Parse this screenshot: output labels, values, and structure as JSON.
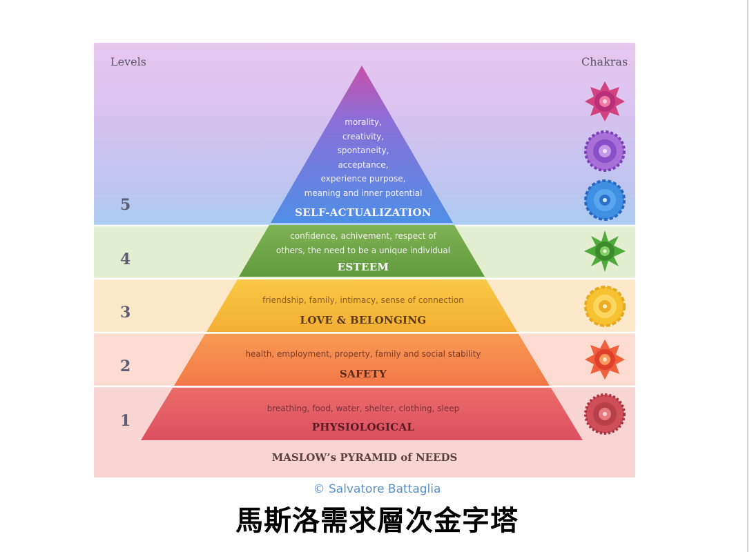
{
  "panel": {
    "levels_heading": "Levels",
    "chakras_heading": "Chakras",
    "caption": "MASLOW’s PYRAMID of NEEDS"
  },
  "tiers": [
    {
      "level": "5",
      "name": "SELF-ACTUALIZATION",
      "desc_lines": [
        "morality,",
        "creativity,",
        "spontaneity,",
        "acceptance,",
        "experience purpose,",
        "meaning and inner potential"
      ],
      "color": "#6a7fe0",
      "name_color": "#f6f2ff",
      "chakras": [
        {
          "icon": "crown-chakra-icon",
          "color": "#d0407a"
        },
        {
          "icon": "third-eye-chakra-icon",
          "color": "#9b5fd0"
        },
        {
          "icon": "throat-chakra-icon",
          "color": "#3d8ee0"
        }
      ]
    },
    {
      "level": "4",
      "name": "ESTEEM",
      "desc_lines": [
        "confidence, achivement, respect of",
        "others, the need to be a unique individual"
      ],
      "color": "#6fa346",
      "name_color": "#ffffff",
      "chakras": [
        {
          "icon": "heart-chakra-icon",
          "color": "#4ea83a"
        }
      ]
    },
    {
      "level": "3",
      "name": "LOVE & BELONGING",
      "desc_lines": [
        "friendship, family, intimacy, sense of connection"
      ],
      "color": "#f6bf3c",
      "name_color": "#5a3a1a",
      "chakras": [
        {
          "icon": "solar-plexus-chakra-icon",
          "color": "#f5c030"
        }
      ]
    },
    {
      "level": "2",
      "name": "SAFETY",
      "desc_lines": [
        "health, employment, property, family and social stability"
      ],
      "color": "#f58a4a",
      "name_color": "#5a2a1a",
      "chakras": [
        {
          "icon": "sacral-chakra-icon",
          "color": "#ef5a3a"
        }
      ]
    },
    {
      "level": "1",
      "name": "PHYSIOLOGICAL",
      "desc_lines": [
        "breathing, food, water, shelter, clothing, sleep"
      ],
      "color": "#e36066",
      "name_color": "#5a1a20",
      "chakras": [
        {
          "icon": "root-chakra-icon",
          "color": "#c0404a"
        }
      ]
    }
  ],
  "copyright": "© Salvatore Battaglia",
  "footer_title": "馬斯洛需求層次金字塔"
}
